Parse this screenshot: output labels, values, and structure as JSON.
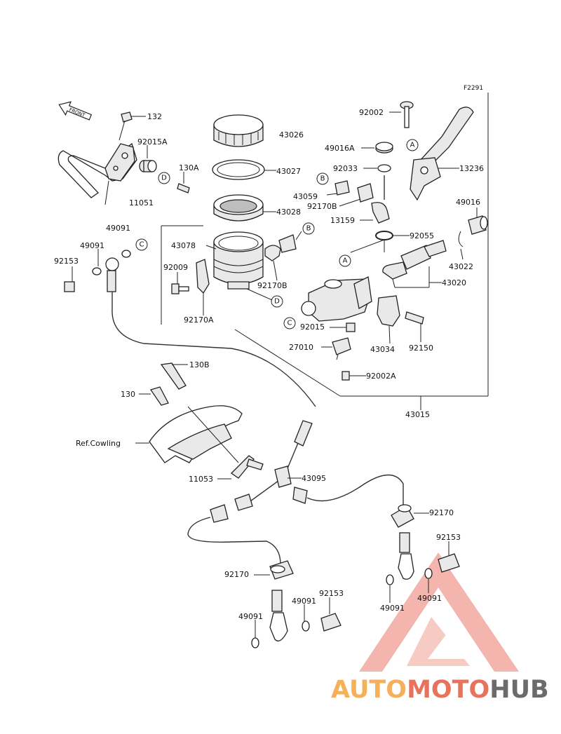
{
  "figure_code": "F2291",
  "front_arrow": "FRONT",
  "ref_label": "Ref.Cowling",
  "watermark": {
    "part1": "AUTO",
    "part2": "MOTO",
    "part3": "HUB",
    "color1": "#f5b05a",
    "color2": "#e8735d",
    "color3": "#6b6b6b",
    "triangle_color": "#f2a8a0"
  },
  "parts": {
    "p92002": "92002",
    "p13236": "13236",
    "p132": "132",
    "p92015A": "92015A",
    "p130A": "130A",
    "p11051": "11051",
    "p43026": "43026",
    "p49016A": "49016A",
    "p43027": "43027",
    "p92033": "92033",
    "p43059": "43059",
    "p92170B_a": "92170B",
    "p43028": "43028",
    "p13159": "13159",
    "p92055": "92055",
    "p49016": "49016",
    "p49091_a": "49091",
    "p49091_b": "49091",
    "p92153_a": "92153",
    "p43078": "43078",
    "p92009": "92009",
    "p92170B_b": "92170B",
    "p43022": "43022",
    "p43020": "43020",
    "p92170A": "92170A",
    "p92015": "92015",
    "p43034": "43034",
    "p92150": "92150",
    "p27010": "27010",
    "p92002A": "92002A",
    "p130B": "130B",
    "p130": "130",
    "p43015": "43015",
    "p11053": "11053",
    "p43095": "43095",
    "p92170_a": "92170",
    "p92153_b": "92153",
    "p92170_b": "92170",
    "p49091_c": "49091",
    "p92153_c": "92153",
    "p49091_d": "49091",
    "p49091_e": "49091",
    "p49091_f": "49091"
  },
  "refs": {
    "A": "A",
    "B": "B",
    "C": "C",
    "D": "D"
  }
}
